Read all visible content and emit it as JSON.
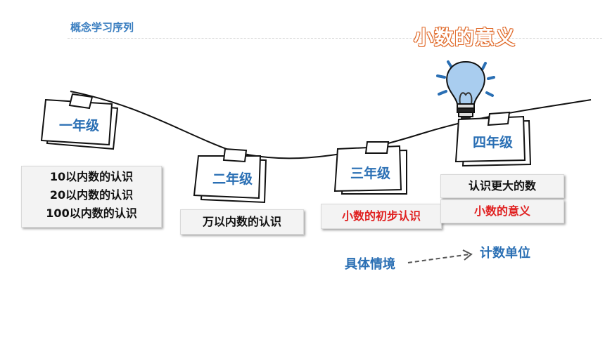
{
  "header": {
    "title": "概念学习序列"
  },
  "topic": {
    "title": "小数的意义"
  },
  "grades": [
    {
      "label": "一年级",
      "items": [
        "10以内数的认识",
        "20以内数的认识",
        "100以内数的认识"
      ]
    },
    {
      "label": "二年级",
      "items": [
        "万以内数的认识"
      ]
    },
    {
      "label": "三年级",
      "items": [
        "小数的初步认识"
      ]
    },
    {
      "label": "四年级",
      "items": [
        "认识更大的数",
        "小数的意义"
      ]
    }
  ],
  "flow": {
    "from": "具体情境",
    "to": "计数单位"
  },
  "colors": {
    "blue": "#2a6fb4",
    "red": "#e02020",
    "orange": "#f7a675",
    "bulb": "#a9cdef"
  }
}
